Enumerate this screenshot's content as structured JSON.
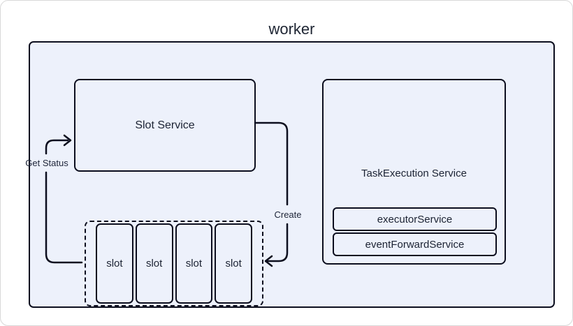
{
  "diagram": {
    "title": "worker",
    "nodes": {
      "slot_service": {
        "label": "Slot Service"
      },
      "task_execution": {
        "label": "TaskExecution Service",
        "children": [
          {
            "label": "executorService"
          },
          {
            "label": "eventForwardService"
          }
        ]
      },
      "slot_pool": {
        "slots": [
          {
            "label": "slot"
          },
          {
            "label": "slot"
          },
          {
            "label": "slot"
          },
          {
            "label": "slot"
          }
        ]
      }
    },
    "edges": [
      {
        "id": "slots-to-slot-service",
        "label": "Get Status"
      },
      {
        "id": "slot-service-to-slots",
        "label": "Create"
      }
    ],
    "colors": {
      "node_fill": "#edf1fb",
      "stroke": "#0c0e1e",
      "text": "#1c2333",
      "card_border": "#d9d9d9",
      "canvas_background": "#ffffff"
    }
  }
}
